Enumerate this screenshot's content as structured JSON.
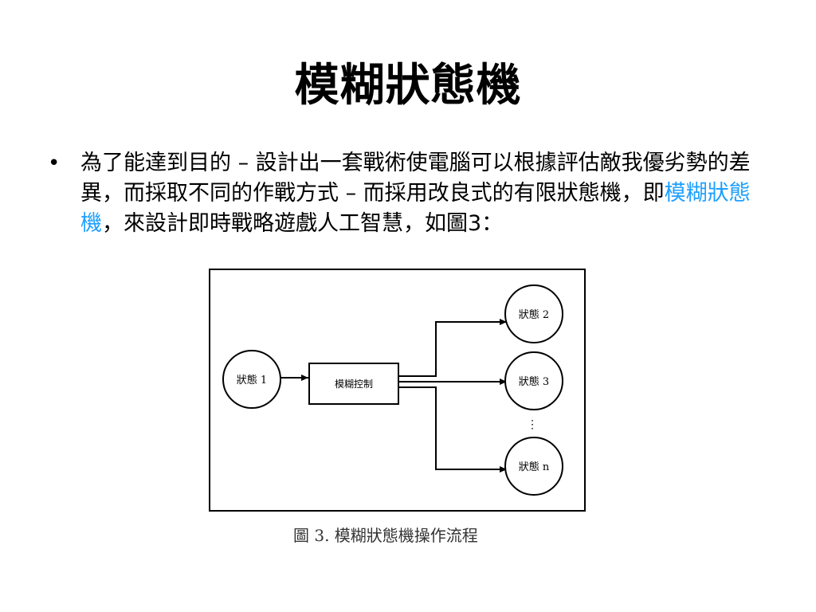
{
  "slide": {
    "title": "模糊狀態機",
    "bullet_symbol": "•",
    "bullet_text_before": "為了能達到目的 – 設計出一套戰術使電腦可以根據評估敵我優劣勢的差異，而採取不同的作戰方式 – 而採用改良式的有限狀態機，即",
    "bullet_link": "模糊狀態機",
    "bullet_text_after": "，來設計即時戰略遊戲人工智慧，如圖3："
  },
  "diagram": {
    "input_state": "狀態 1",
    "controller": "模糊控制",
    "outputs": [
      "狀態 2",
      "狀態 3",
      "狀態 n"
    ],
    "ellipsis": "⋮",
    "caption": "圖 3. 模糊狀態機操作流程"
  }
}
